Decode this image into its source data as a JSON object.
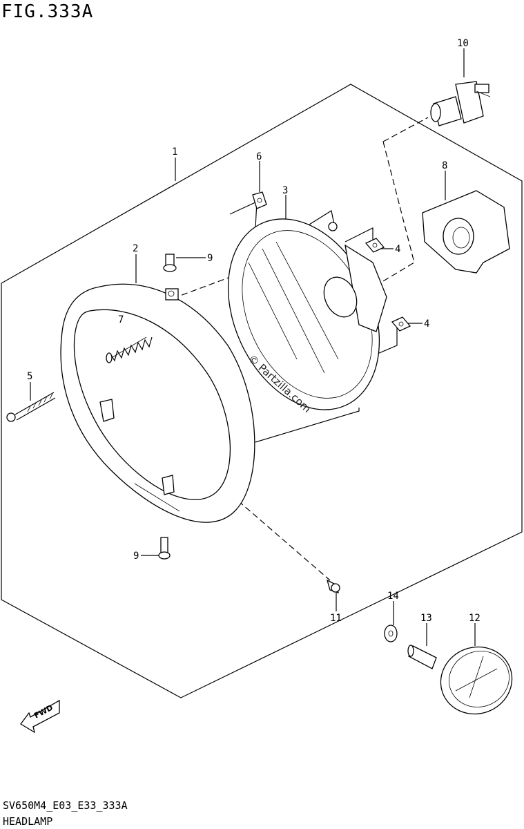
{
  "figure": {
    "title": "FIG.333A",
    "code": "SV650M4_E03_E33_333A",
    "name": "HEADLAMP",
    "watermark": "© Partzilla.com"
  },
  "callouts": [
    {
      "id": "1",
      "text": "1"
    },
    {
      "id": "2",
      "text": "2"
    },
    {
      "id": "3",
      "text": "3"
    },
    {
      "id": "4a",
      "text": "4"
    },
    {
      "id": "4b",
      "text": "4"
    },
    {
      "id": "5",
      "text": "5"
    },
    {
      "id": "6",
      "text": "6"
    },
    {
      "id": "7",
      "text": "7"
    },
    {
      "id": "8",
      "text": "8"
    },
    {
      "id": "9a",
      "text": "9"
    },
    {
      "id": "9b",
      "text": "9"
    },
    {
      "id": "10",
      "text": "10"
    },
    {
      "id": "11",
      "text": "11"
    },
    {
      "id": "12",
      "text": "12"
    },
    {
      "id": "13",
      "text": "13"
    },
    {
      "id": "14",
      "text": "14"
    }
  ],
  "fwd_label": "FWD"
}
